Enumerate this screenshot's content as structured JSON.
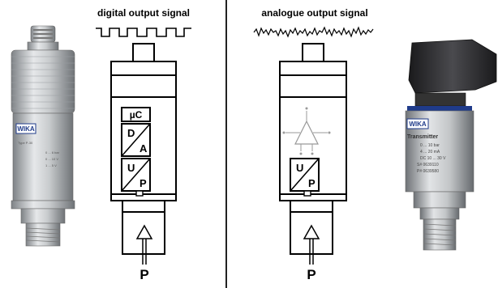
{
  "diagram": {
    "left": {
      "heading": "digital output signal",
      "microcontroller_label": "µC",
      "da_converter": {
        "top": "D",
        "bottom": "A"
      },
      "up_converter": {
        "top": "U",
        "bottom": "P"
      },
      "pressure_label": "P"
    },
    "right": {
      "heading": "analogue output signal",
      "up_converter": {
        "top": "U",
        "bottom": "P"
      },
      "pressure_label": "P"
    }
  },
  "left_product": {
    "brand": "WIKA",
    "model": "Type P-30",
    "label_lines": [
      "0 ... 6 bar",
      "0 ... 10 V",
      "1 ... 5 V"
    ]
  },
  "right_product": {
    "brand": "WIKA",
    "title": "Transmitter",
    "label_lines": [
      "0 ... 10 bar",
      "4 ... 20 mA",
      "DC 10 ... 30 V",
      "S# 0639110",
      "P# 0639580"
    ]
  },
  "colors": {
    "line": "#000000",
    "divider": "#222222",
    "steel": "#b9bcbf",
    "housing": "#2b2b2d",
    "wika_blue": "#1f3b8a"
  }
}
